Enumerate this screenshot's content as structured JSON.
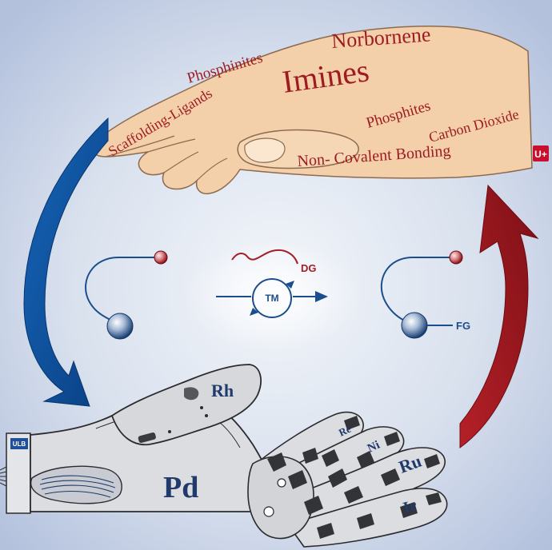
{
  "human_hand": {
    "words": {
      "norbornene": "Norbornene",
      "phosphinites": "Phosphinites",
      "imines": "Imines",
      "scaffolding_ligands": "Scaffolding-Ligands",
      "phosphites": "Phosphites",
      "carbon_dioxide": "Carbon Dioxide",
      "non_covalent_bonding": "Non- Covalent Bonding"
    },
    "logo_text": "U+"
  },
  "reaction_scheme": {
    "directing_group_label": "DG",
    "catalyst_label": "TM",
    "functional_group_label": "FG"
  },
  "robot_hand": {
    "badge": "ULB",
    "metals": {
      "palm": "Pd",
      "thumb": "Rh",
      "finger_1": "Re",
      "finger_2": "Ni",
      "finger_3": "Ru",
      "finger_4": "Ir"
    }
  },
  "colors": {
    "background_center": "#eef2f8",
    "background_edge": "#b9c6e0",
    "skin": "#f4d0aa",
    "skin_outline": "#8c6a4e",
    "word_red": "#9e1b22",
    "blue_arrow": "#0b4f9c",
    "red_arrow": "#a01820",
    "scheme_blue": "#1b4e8c",
    "scheme_red": "#a51d25",
    "robot_fill": "#dcdde0",
    "robot_dark": "#333438",
    "robot_outline": "#2b2b2e",
    "metal_label": "#1f3a6b"
  }
}
